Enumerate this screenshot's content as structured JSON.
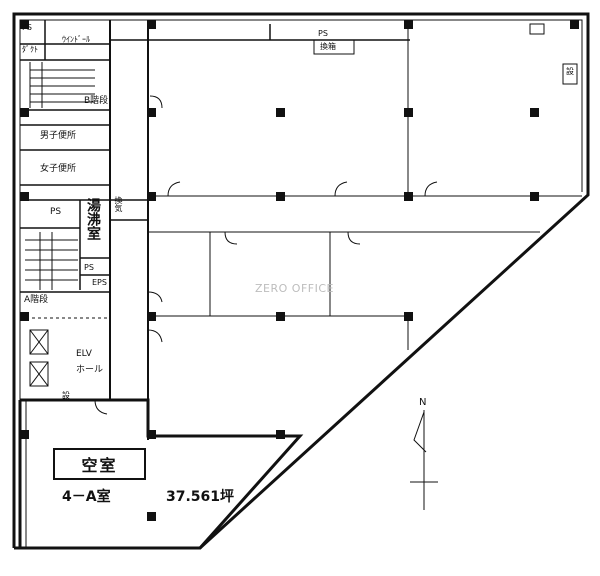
{
  "floorplan": {
    "labels": {
      "dust": "ﾀﾞｸﾄ",
      "ps_top": "PS",
      "window_door": "ｳｲﾝﾄﾞｰﾙ",
      "ps_upper_right": "PS",
      "kankan": "換箱",
      "stair_b": "B階段",
      "mens_wc": "男子便所",
      "womens_wc": "女子便所",
      "ps_mid": "PS",
      "kyutoshitsu": "湯沸室",
      "kanki": "換気",
      "ps_small": "PS",
      "eps": "EPS",
      "stair_a": "A階段",
      "elv_hall_1": "ELV",
      "elv_hall_2": "ホール",
      "shaft_right": "設",
      "pipe_small": "設"
    },
    "vacancy_badge": "空室",
    "room": {
      "name": "4－A室",
      "area": "37.561坪"
    },
    "north_mark": "N",
    "watermark": "ZERO OFFICE"
  }
}
